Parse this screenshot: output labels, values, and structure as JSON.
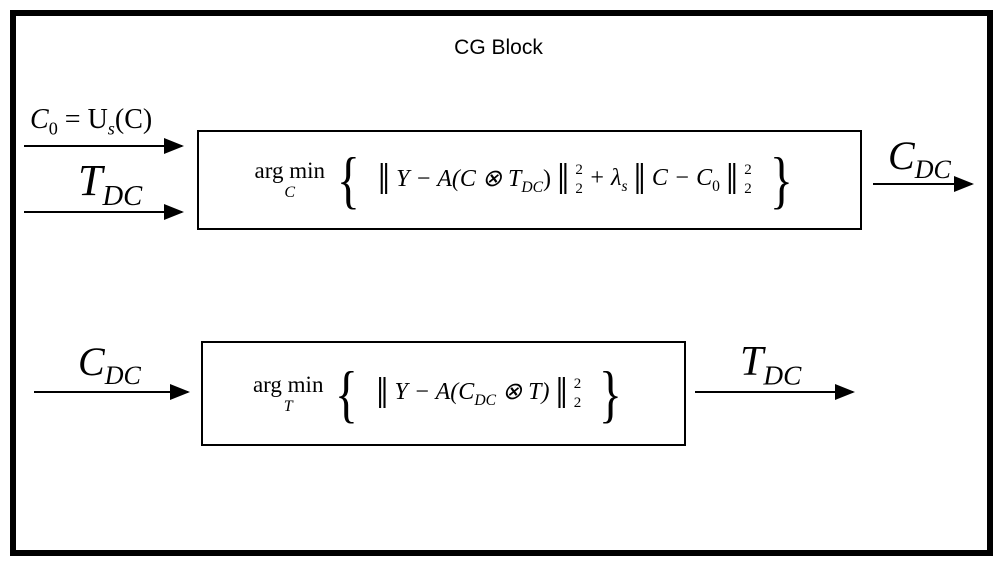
{
  "title": "CG Block",
  "block1": {
    "op": "arg min",
    "under": "C",
    "term_a": "Y − A(C ⊗ T",
    "term_a_sub": "DC",
    "term_a_close": ")",
    "sup": "2",
    "sub": "2",
    "plus": "+ λ",
    "plus_sub": "s",
    "term_b": "C − C",
    "term_b_sub": "0"
  },
  "block2": {
    "op": "arg min",
    "under": "T",
    "term_a": "Y − A(C",
    "term_a_sub": "DC",
    "term_a_close": " ⊗ T)",
    "sup": "2",
    "sub": "2"
  },
  "inputs": {
    "c0_lhs": "C",
    "c0_lhs_sub": "0",
    "c0_eq": " = U",
    "c0_rhs_sub": "s",
    "c0_rhs_arg": "(C)",
    "t_dc": "T",
    "t_dc_sub": "DC"
  },
  "outputs": {
    "c_dc": "C",
    "c_dc_sub": "DC",
    "t_dc": "T",
    "t_dc_sub": "DC"
  },
  "inputs2": {
    "c_dc": "C",
    "c_dc_sub": "DC"
  }
}
